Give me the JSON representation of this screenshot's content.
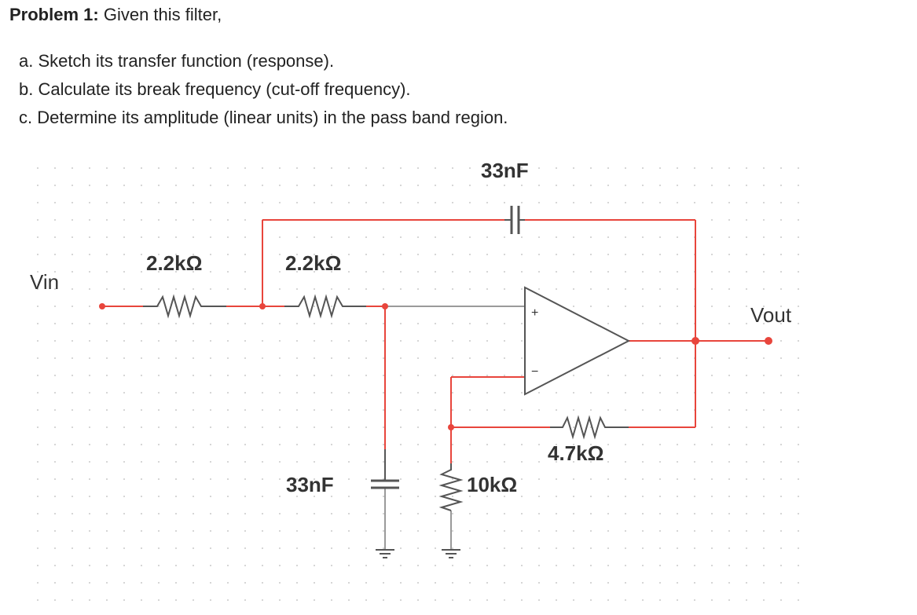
{
  "problem": {
    "label": "Problem 1:",
    "intro": "Given this filter,",
    "parts": [
      "a. Sketch its transfer function (response).",
      "b. Calculate its break frequency (cut-off frequency).",
      "c. Determine its amplitude (linear units) in the pass band region."
    ]
  },
  "schematic": {
    "input_label": "Vin",
    "output_label": "Vout",
    "r1": "2.2kΩ",
    "r2": "2.2kΩ",
    "c_feedback": "33nF",
    "c_ground": "33nF",
    "r_ground": "10kΩ",
    "r_feedback": "4.7kΩ",
    "opamp_plus": "+",
    "opamp_minus": "−",
    "colors": {
      "wire_red": "#e8453c",
      "wire_gray": "#9a9a9a",
      "component": "#555555",
      "node": "#e8453c",
      "grid_dot": "#c9c9c9"
    }
  }
}
